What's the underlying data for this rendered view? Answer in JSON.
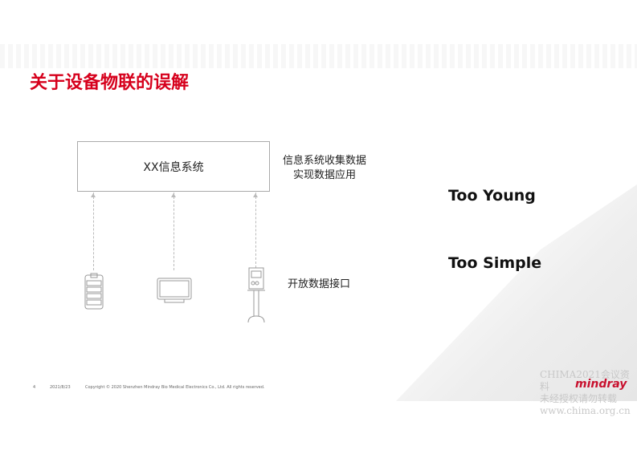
{
  "slide": {
    "title": "关于设备物联的误解",
    "system_box": "XX信息系统",
    "note_top": [
      "信息系统收集数据",
      "实现数据应用"
    ],
    "note_device": "开放数据接口",
    "phrase1": "Too Young",
    "phrase2": "Too Simple"
  },
  "footer": {
    "page": "4",
    "date": "2021/8/23",
    "copyright": "Copyright © 2020 Shenzhen Mindray Bio Medical Electronics Co., Ltd. All rights reserved."
  },
  "logo": "mindray",
  "watermark": [
    "CHIMA2021会议资料",
    "未经授权请勿转载",
    "www.chima.org.cn"
  ],
  "colors": {
    "title": "#d6001c",
    "logo": "#c8102e"
  }
}
